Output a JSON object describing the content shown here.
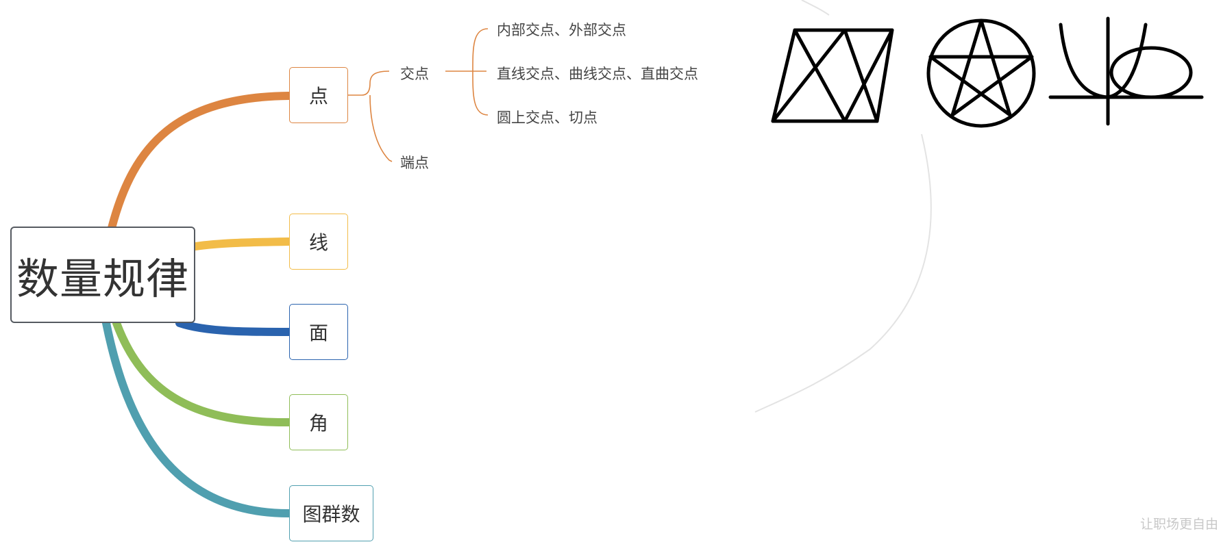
{
  "root": {
    "label": "数量规律"
  },
  "branches": [
    {
      "label": "点",
      "color": "#dd8541"
    },
    {
      "label": "线",
      "color": "#f2bc48"
    },
    {
      "label": "面",
      "color": "#2a63ae"
    },
    {
      "label": "角",
      "color": "#8fbd58"
    },
    {
      "label": "图群数",
      "color": "#509faf"
    }
  ],
  "point_children": {
    "intersection": {
      "label": "交点",
      "children": [
        "内部交点、外部交点",
        "直线交点、曲线交点、直曲交点",
        "圆上交点、切点"
      ]
    },
    "endpoint": {
      "label": "端点"
    }
  },
  "figures": [
    "crossed-trapezoid-figure",
    "star-in-circle-figure",
    "parabola-ellipse-figure"
  ],
  "watermark": "让职场更自由"
}
